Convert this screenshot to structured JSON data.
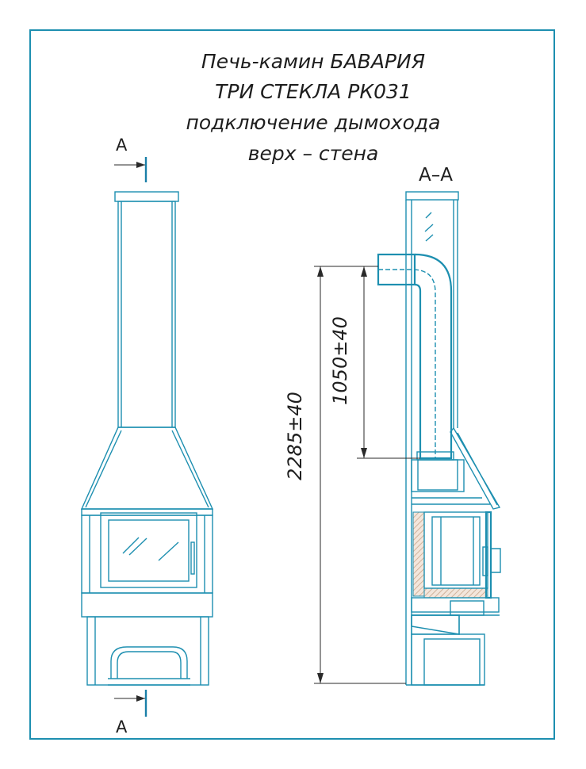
{
  "title": {
    "line1": "Печь-камин БАВАРИЯ",
    "line2": "ТРИ СТЕКЛА РК031",
    "line3": "подключение дымохода",
    "line4": "верх – стена"
  },
  "section": {
    "marker_top": "A",
    "marker_bottom": "A",
    "view_label": "A–A"
  },
  "dimensions": {
    "total_height": "2285±40",
    "flue_height": "1050±40"
  },
  "colors": {
    "frame": "#1d8fb0",
    "drawing": "#1d8fb0",
    "dimension": "#2a2a2a",
    "flue": "#d9a15a",
    "insulation": "#c8a58a"
  }
}
